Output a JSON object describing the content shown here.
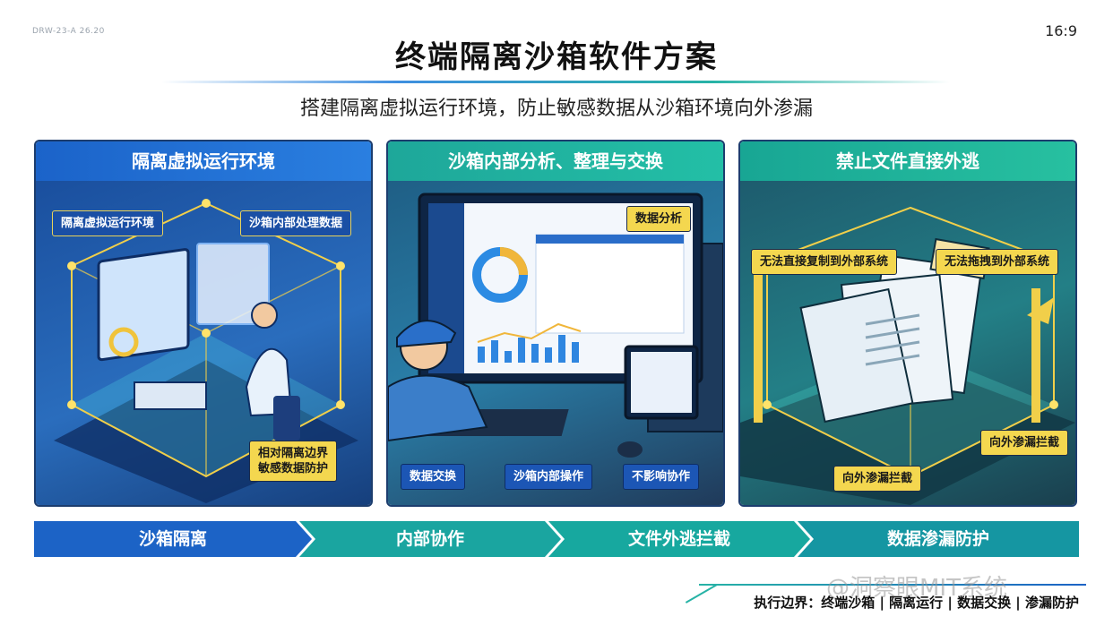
{
  "corner": {
    "left": "DRW-23-A 26.20",
    "right": "16:9"
  },
  "title": "终端隔离沙箱软件方案",
  "subtitle": "搭建隔离虚拟运行环境，防止敏感数据从沙箱环境向外渗漏",
  "panels": [
    {
      "header": "隔离虚拟运行环境",
      "tags": [
        "隔离虚拟运行环境",
        "沙箱内部处理数据"
      ],
      "note_line1": "相对隔离边界",
      "note_line2": "敏感数据防护"
    },
    {
      "header": "沙箱内部分析、整理与交换",
      "tags": [
        "数据分析",
        "数据交换",
        "沙箱内部操作",
        "不影响协作"
      ]
    },
    {
      "header": "禁止文件直接外逃",
      "tags": [
        "无法直接复制到外部系统",
        "无法拖拽到外部系统",
        "向外渗漏拦截",
        "向外渗漏拦截"
      ]
    }
  ],
  "flow": [
    "沙箱隔离",
    "内部协作",
    "文件外逃拦截",
    "数据渗漏防护"
  ],
  "boundary": "执行边界：终端沙箱 | 隔离运行 | 数据交换 | 渗漏防护",
  "watermark": "@洞察眼MIT系统",
  "colors": {
    "blue": "#1c63c6",
    "teal": "#1aa5a0",
    "yellow": "#f4d74f"
  }
}
